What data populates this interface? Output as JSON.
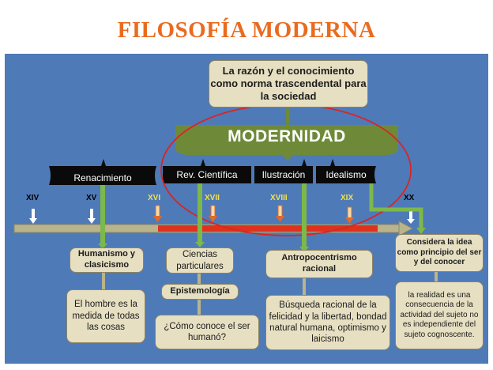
{
  "title": "FILOSOFÍA MODERNA",
  "top_box": "La razón y el conocimiento como norma trascendental para la sociedad",
  "modernidad": "MODERNIDAD",
  "eras": [
    "Renacimiento",
    "Rev. Científica",
    "Ilustración",
    "Idealismo"
  ],
  "centuries": [
    "XIV",
    "XV",
    "XVI",
    "XVII",
    "XVIII",
    "XIX",
    "XX"
  ],
  "boxes": {
    "humanismo": "Humanismo y clasicismo",
    "hombre": "El hombre es la medida de todas las cosas",
    "ciencias": "Ciencias particulares",
    "epistemologia": "Epistemología",
    "como_conoce": "¿Cómo conoce el ser humanó?",
    "antropocentrismo": "Antropocentrismo racional",
    "busqueda": "Búsqueda racional de la felicidad y la libertad, bondad natural humana, optimismo y laicismo",
    "considera": "Considera la idea como principio del ser y del conocer",
    "realidad": "la realidad es una consecuencia de la actividad del sujeto no es independiente del sujeto cognoscente."
  },
  "colors": {
    "title": "#ea6b1f",
    "panel": "#4e7ab8",
    "box": "#e6dfc2",
    "arrow_green": "#7db84a",
    "ellipse": "#d92525"
  }
}
